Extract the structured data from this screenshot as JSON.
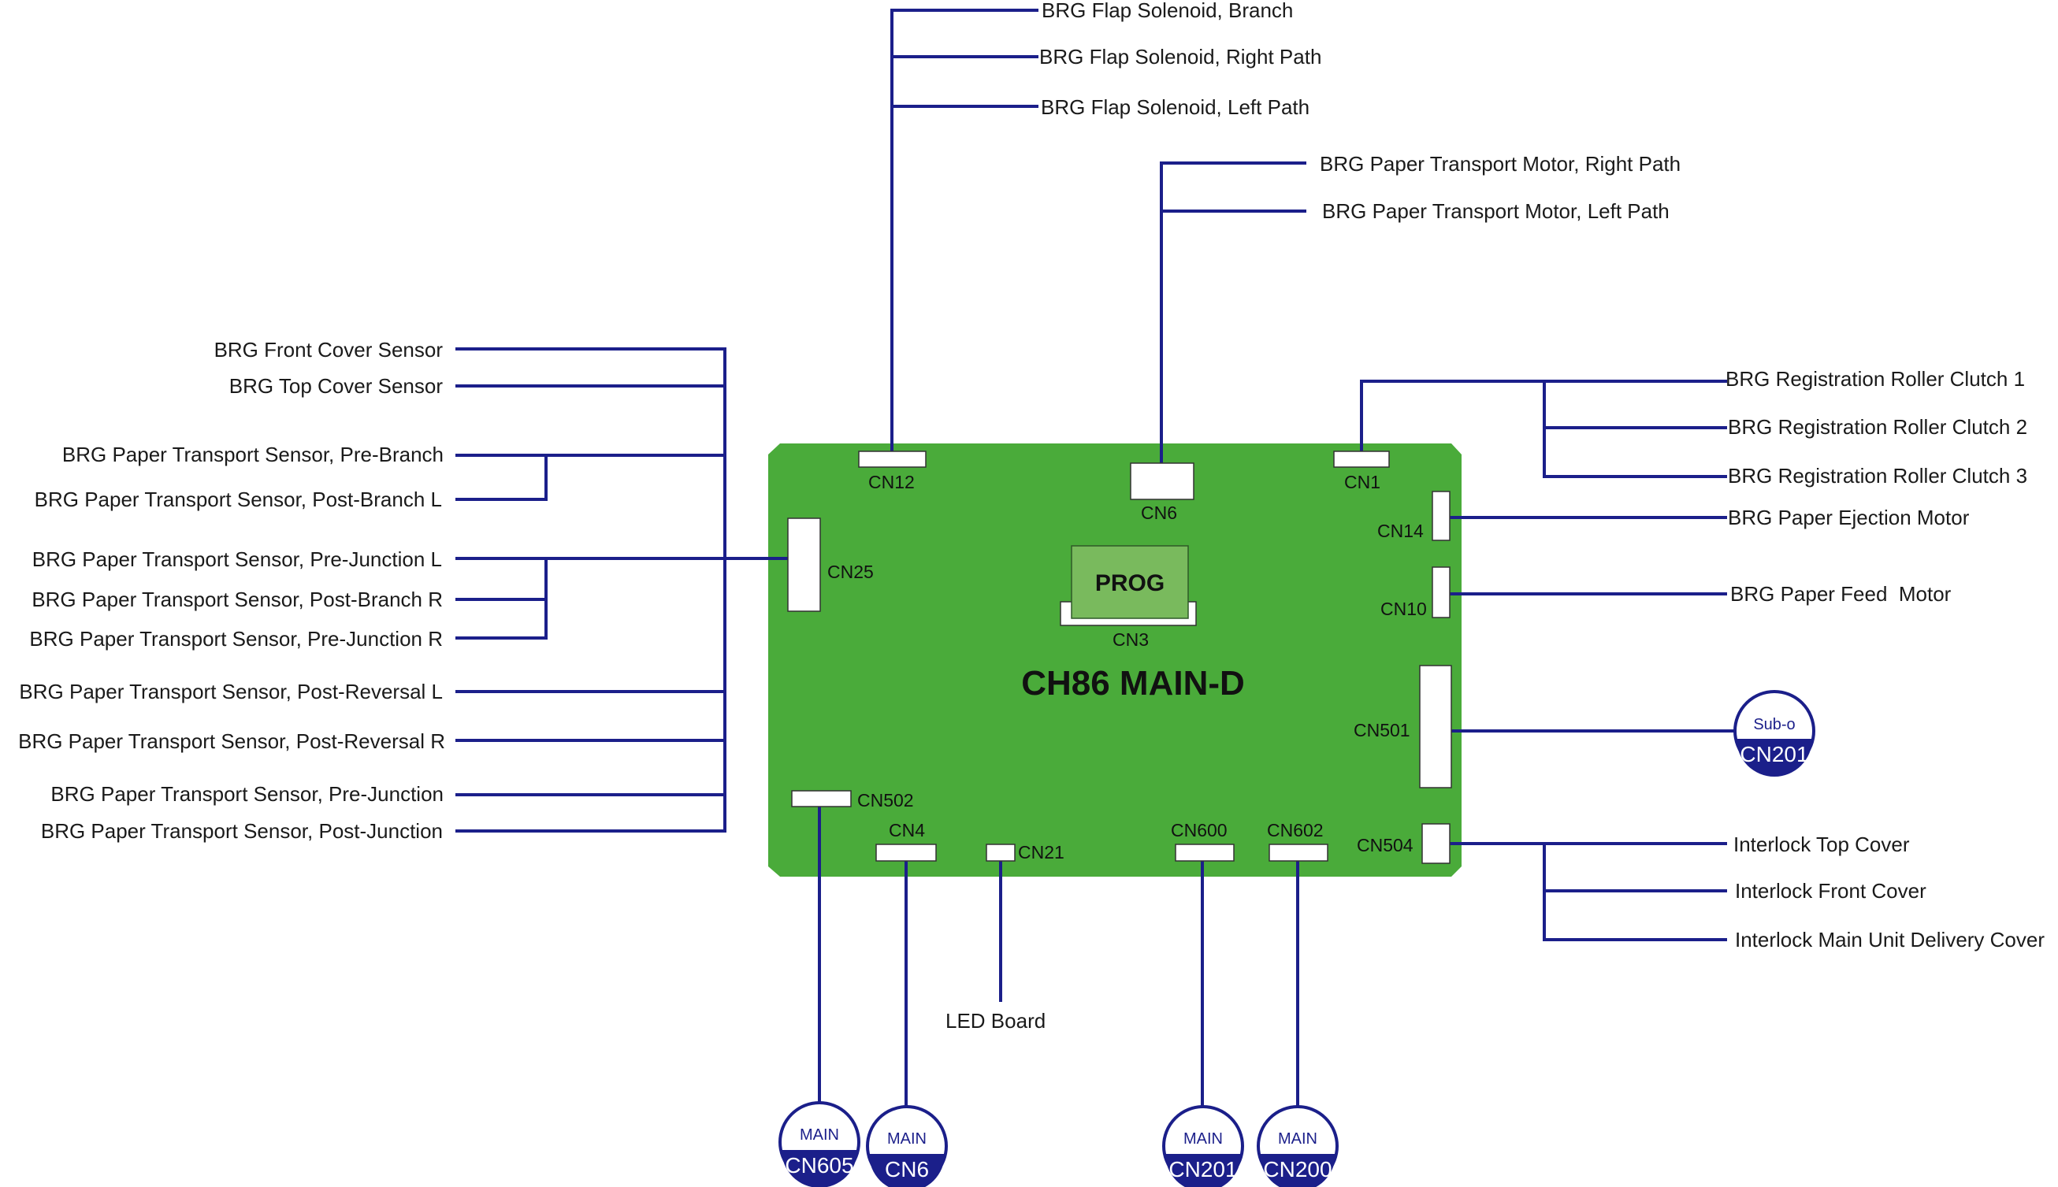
{
  "board": {
    "name": "CH86 MAIN-D",
    "prog_label": "PROG",
    "board_color": "#4aab3a",
    "wire_color": "#1b1f8a",
    "badge_color": "#1b1f8a"
  },
  "connectors": {
    "cn12": "CN12",
    "cn6": "CN6",
    "cn1": "CN1",
    "cn14": "CN14",
    "cn10": "CN10",
    "cn25": "CN25",
    "cn3": "CN3",
    "cn501": "CN501",
    "cn502": "CN502",
    "cn4": "CN4",
    "cn21": "CN21",
    "cn600": "CN600",
    "cn602": "CN602",
    "cn504": "CN504"
  },
  "top_labels": {
    "flap_branch": "BRG Flap Solenoid, Branch",
    "flap_right": "BRG Flap Solenoid, Right Path",
    "flap_left": "BRG Flap Solenoid, Left Path",
    "motor_right": "BRG Paper Transport Motor, Right Path",
    "motor_left": "BRG Paper Transport Motor, Left Path"
  },
  "right_labels": {
    "clutch1": "BRG Registration Roller Clutch 1",
    "clutch2": "BRG Registration Roller Clutch 2",
    "clutch3": "BRG Registration Roller Clutch 3",
    "ejection_motor": "BRG Paper Ejection Motor",
    "feed_motor": "BRG Paper Feed  Motor",
    "interlock_top": "Interlock Top Cover",
    "interlock_front": "Interlock Front Cover",
    "interlock_delivery": "Interlock Main Unit Delivery Cover"
  },
  "left_labels": {
    "front_cover": "BRG Front Cover Sensor",
    "top_cover": "BRG Top Cover Sensor",
    "pre_branch": "BRG Paper Transport Sensor, Pre-Branch",
    "post_branch_l": "BRG Paper Transport Sensor, Post-Branch L",
    "pre_junction_l": "BRG Paper Transport Sensor, Pre-Junction L",
    "post_branch_r": "BRG Paper Transport Sensor, Post-Branch R",
    "pre_junction_r": "BRG Paper Transport Sensor, Pre-Junction R",
    "post_reversal_l": "BRG Paper Transport Sensor, Post-Reversal L",
    "post_reversal_r": "BRG Paper Transport Sensor, Post-Reversal R",
    "pre_junction": "BRG Paper Transport Sensor, Pre-Junction",
    "post_junction": "BRG Paper Transport Sensor, Post-Junction"
  },
  "bottom_labels": {
    "led_board": "LED Board"
  },
  "badges": {
    "sub_cn201": {
      "top": "Sub-o",
      "bottom": "CN201"
    },
    "main_cn605": {
      "top": "MAIN",
      "bottom": "CN605"
    },
    "main_cn6": {
      "top": "MAIN",
      "bottom": "CN6"
    },
    "main_cn201": {
      "top": "MAIN",
      "bottom": "CN201"
    },
    "main_cn200": {
      "top": "MAIN",
      "bottom": "CN200"
    }
  }
}
